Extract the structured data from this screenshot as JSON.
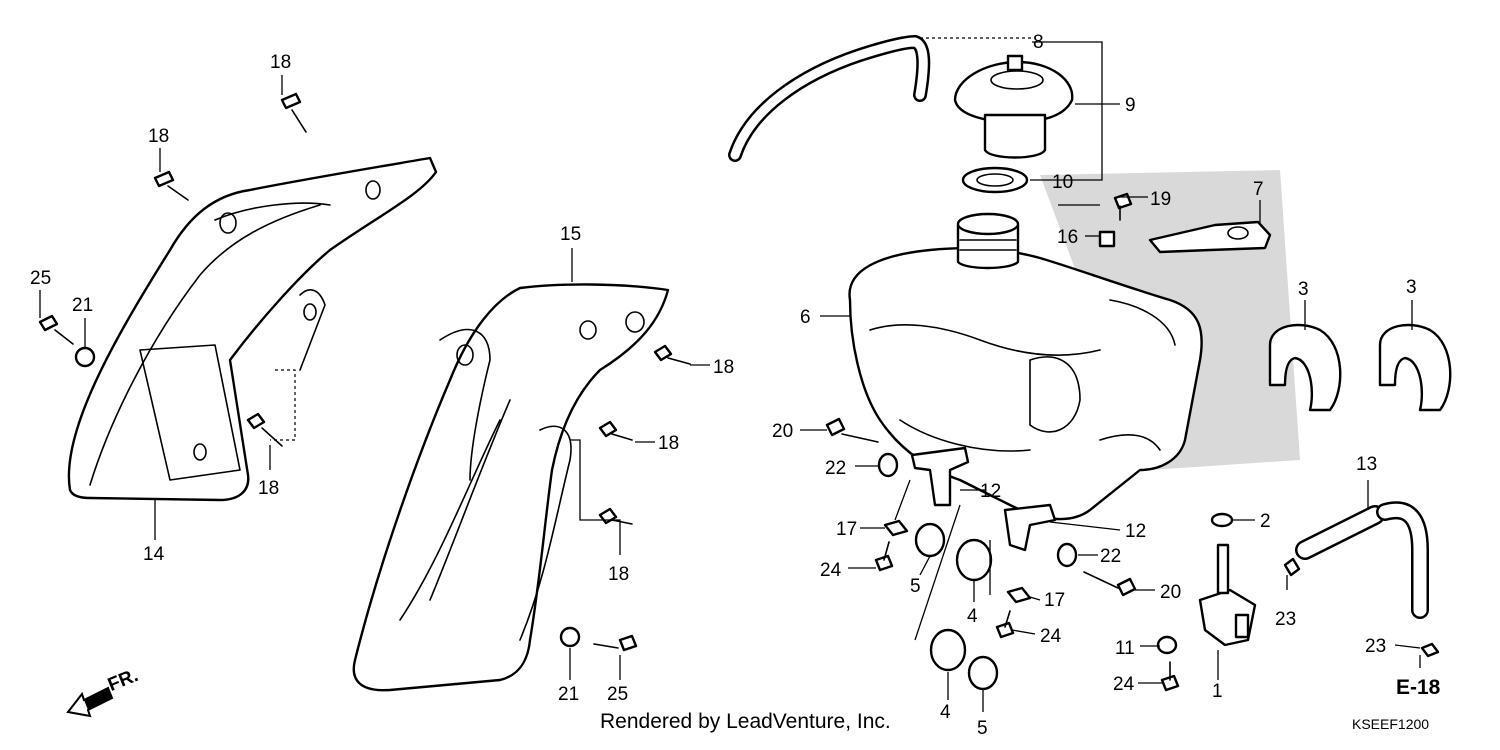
{
  "diagram": {
    "credit": "Rendered by LeadVenture, Inc.",
    "code": "KSEEF1200",
    "ref": "E-18",
    "fr": "FR.",
    "labels": {
      "l1": "1",
      "l2": "2",
      "l3a": "3",
      "l3b": "3",
      "l4a": "4",
      "l4b": "4",
      "l5a": "5",
      "l5b": "5",
      "l6": "6",
      "l7": "7",
      "l8": "8",
      "l9": "9",
      "l10": "10",
      "l11": "11",
      "l12a": "12",
      "l12b": "12",
      "l13": "13",
      "l14": "14",
      "l15": "15",
      "l16": "16",
      "l17a": "17",
      "l17b": "17",
      "l18a": "18",
      "l18b": "18",
      "l18c": "18",
      "l18d": "18",
      "l18e": "18",
      "l18f": "18",
      "l19": "19",
      "l20a": "20",
      "l20b": "20",
      "l21a": "21",
      "l21b": "21",
      "l22a": "22",
      "l22b": "22",
      "l23a": "23",
      "l23b": "23",
      "l24a": "24",
      "l24b": "24",
      "l24c": "24",
      "l25a": "25",
      "l25b": "25"
    }
  }
}
